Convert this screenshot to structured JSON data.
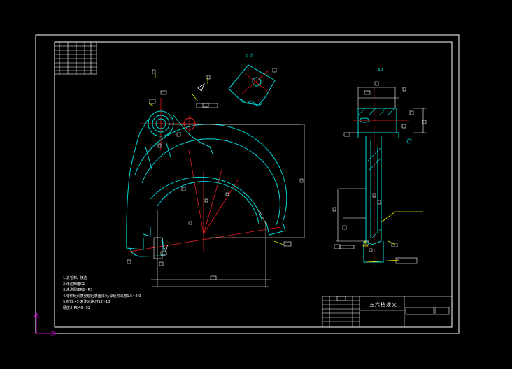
{
  "drawing": {
    "title_block": {
      "part_name": "五六档拨叉"
    },
    "views": {
      "view_label_b": "B 向",
      "view_label_aa": "A-A"
    },
    "tech_notes": [
      "1.去毛刺、锐边",
      "2.未注倒角C1",
      "3.未注圆角R2~R3",
      "4.零件经调质处理后表面淬火,淬硬层深度1.5~2.0",
      "",
      "5.材料:45 未注公差:IT12~13",
      "  硬度:HRC48~52"
    ],
    "colors": {
      "background": "#000000",
      "frame": "#ffffff",
      "outline": "#00d8d8",
      "centerline": "#ff2020",
      "dimension": "#ffffff",
      "leader": "#e8e800",
      "axis_icon": "#d000d0"
    }
  }
}
